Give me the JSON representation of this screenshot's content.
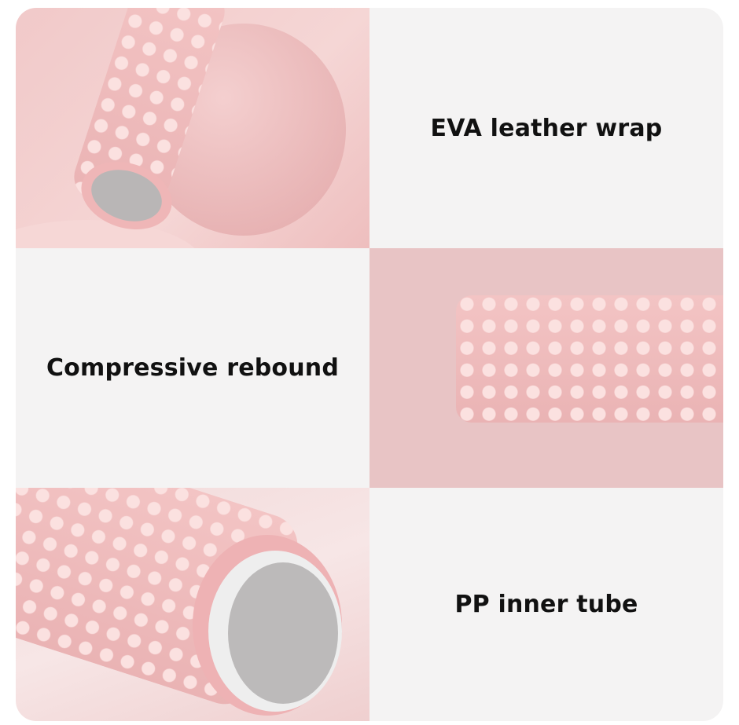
{
  "panels": [
    {
      "label": "EVA leather wrap"
    },
    {
      "label": "Compressive rebound"
    },
    {
      "label": "PP inner tube"
    }
  ],
  "colors": {
    "pink": "#f3c4c4",
    "panel_bg": "#f4f3f3",
    "text": "#111111"
  }
}
